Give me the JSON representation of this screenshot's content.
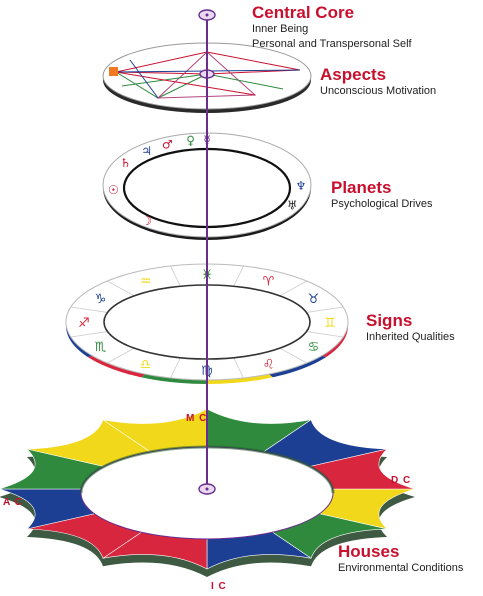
{
  "layers": [
    {
      "key": "central_core",
      "title": "Central Core",
      "lines": [
        "Inner Being",
        "Personal and Transpersonal Self"
      ]
    },
    {
      "key": "aspects",
      "title": "Aspects",
      "lines": [
        "Unconscious Motivation"
      ]
    },
    {
      "key": "planets",
      "title": "Planets",
      "lines": [
        "Psychological Drives"
      ]
    },
    {
      "key": "signs",
      "title": "Signs",
      "lines": [
        "Inherited Qualities"
      ]
    },
    {
      "key": "houses",
      "title": "Houses",
      "lines": [
        "Environmental Conditions"
      ]
    }
  ],
  "angles": {
    "mc": "M C",
    "dc": "D C",
    "ac": "A C",
    "ic": "I C"
  },
  "colors": {
    "red": "#d7263d",
    "blue": "#1c3f94",
    "green": "#2f8a3e",
    "yellow": "#f2d81a",
    "axis": "#6a2c8e",
    "label": "#c8102e"
  },
  "planet_glyphs": [
    "☿",
    "♂",
    "♃",
    "♀",
    "♄",
    "☉",
    "☽",
    "♅",
    "♆"
  ],
  "sign_glyphs": [
    "♈",
    "♉",
    "♊",
    "♋",
    "♌",
    "♍",
    "♎",
    "♏",
    "♐",
    "♑",
    "♒",
    "♓"
  ],
  "house_colors": [
    "yellow",
    "green",
    "blue",
    "red",
    "red",
    "blue",
    "green",
    "yellow",
    "yellow",
    "green",
    "blue",
    "red"
  ]
}
